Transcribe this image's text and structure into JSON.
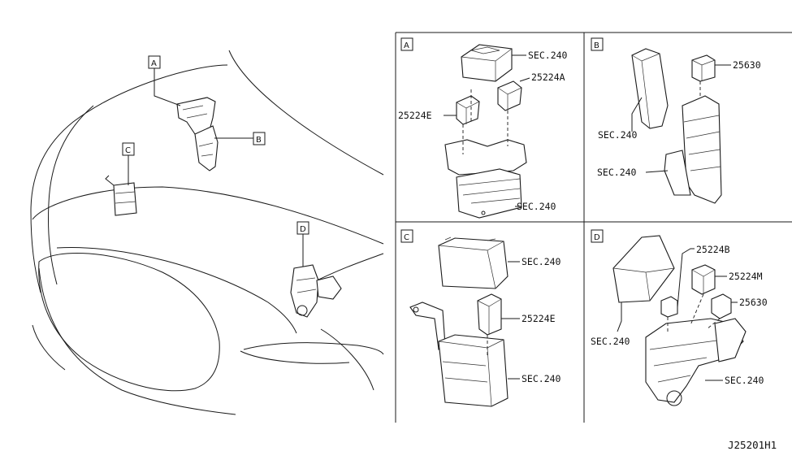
{
  "diagram": {
    "code": "J25201H1",
    "overview_callouts": [
      "A",
      "B",
      "C",
      "D"
    ],
    "panels": [
      {
        "letter": "A",
        "labels": [
          "SEC.240",
          "25224A",
          "25224E",
          "SEC.240"
        ]
      },
      {
        "letter": "B",
        "labels": [
          "25630",
          "SEC.240",
          "SEC.240"
        ]
      },
      {
        "letter": "C",
        "labels": [
          "SEC.240",
          "25224E",
          "SEC.240"
        ]
      },
      {
        "letter": "D",
        "labels": [
          "25224B",
          "25224M",
          "25630",
          "SEC.240",
          "SEC.240"
        ]
      }
    ]
  }
}
